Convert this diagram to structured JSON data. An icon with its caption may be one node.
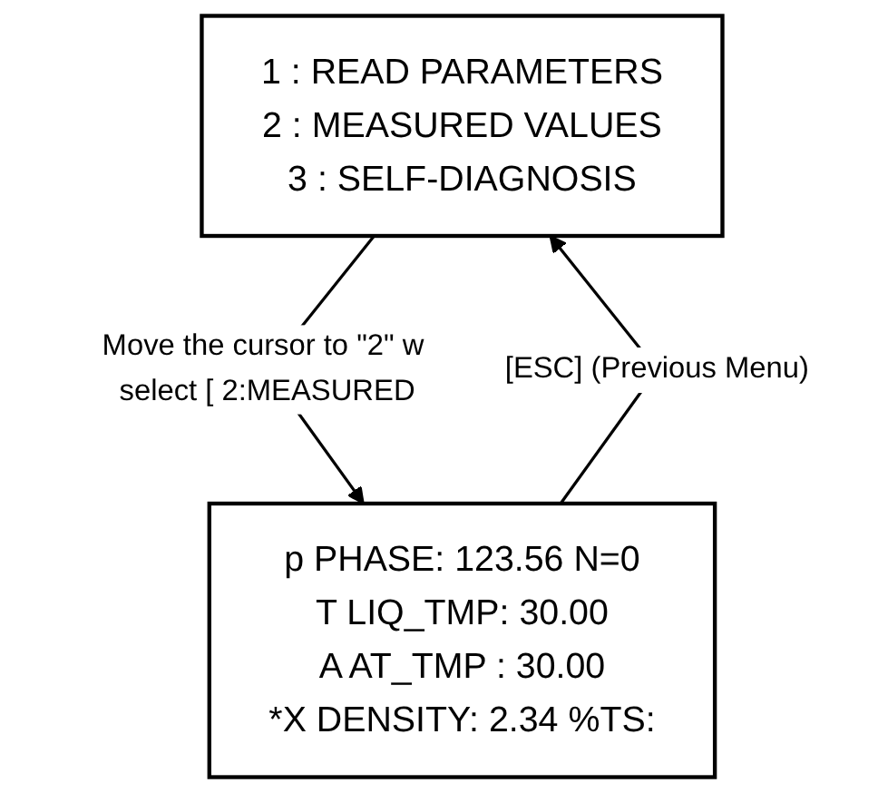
{
  "diagram": {
    "nodes": [
      {
        "text": [
          "1 : READ PARAMETERS",
          "2 : MEASURED VALUES",
          "3 : SELF-DIAGNOSIS"
        ]
      },
      {
        "text": [
          "p PHASE: 123.56 N=0",
          "T LIQ_TMP: 30.00",
          "A AT_TMP : 30.00",
          "*X DENSITY: 2.34 %TS:"
        ]
      }
    ],
    "edges": [
      {
        "from": 0,
        "to": 1,
        "arrow": "to",
        "label": "Move the cursor to \"2\" w select [ 2:MEASURED"
      },
      {
        "from": 1,
        "to": 0,
        "arrow": "to",
        "label": "[ESC] (Previous Menu)"
      }
    ]
  }
}
